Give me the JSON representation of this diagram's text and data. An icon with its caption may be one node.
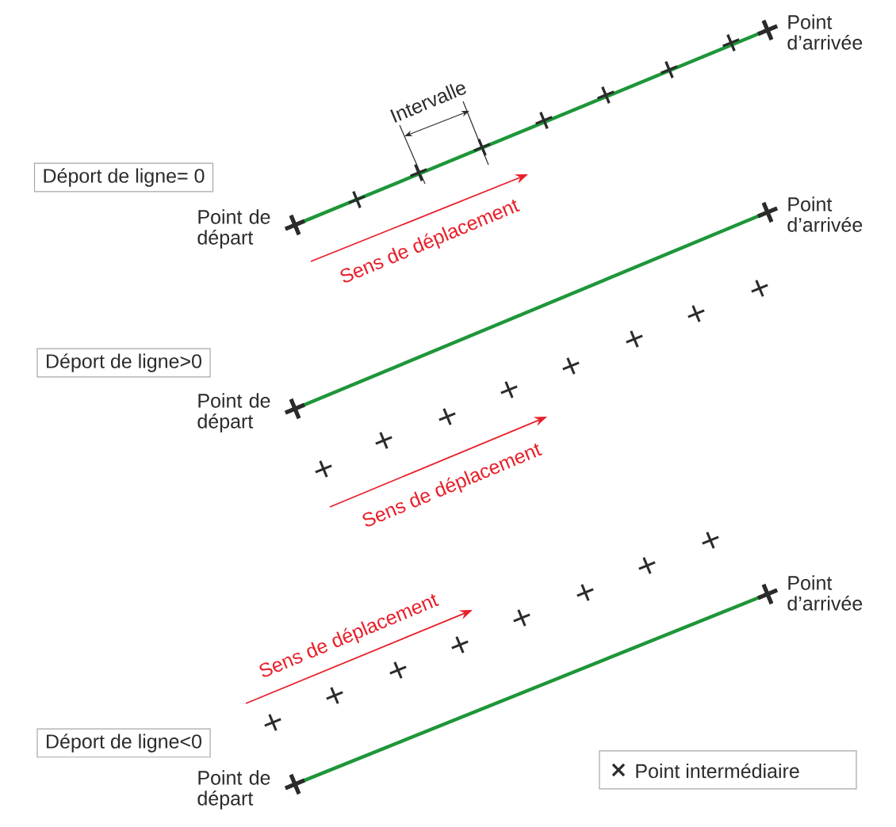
{
  "diagram": {
    "nodes": [
      {
        "text": [
          "Déport de ligne= 0"
        ]
      },
      {
        "text": [],
        "shape": "cross",
        "beside": [
          "Point de départ"
        ]
      },
      {
        "text": [],
        "shape": "cross",
        "beside": [
          "Point d’arrivée"
        ]
      },
      {
        "text": [
          "Déport de ligne>0"
        ]
      },
      {
        "text": [],
        "shape": "cross",
        "beside": [
          "Point de départ"
        ]
      },
      {
        "text": [],
        "shape": "cross",
        "beside": [
          "Point d’arrivée"
        ]
      },
      {
        "text": [
          "Déport de ligne<0"
        ]
      },
      {
        "text": [],
        "shape": "cross",
        "beside": [
          "Point de départ"
        ]
      },
      {
        "text": [],
        "shape": "cross",
        "beside": [
          "Point d’arrivée"
        ]
      }
    ],
    "edges": [
      {
        "from": 1,
        "to": 2,
        "arrow": "none"
      },
      {
        "from": 4,
        "to": 5,
        "arrow": "none"
      },
      {
        "from": 7,
        "to": 8,
        "arrow": "none"
      }
    ],
    "labels": [
      "Intervalle",
      "Sens de déplacement",
      "Sens de déplacement",
      "Sens de déplacement"
    ],
    "legend": [
      {
        "text": "Point intermédiaire"
      }
    ]
  }
}
